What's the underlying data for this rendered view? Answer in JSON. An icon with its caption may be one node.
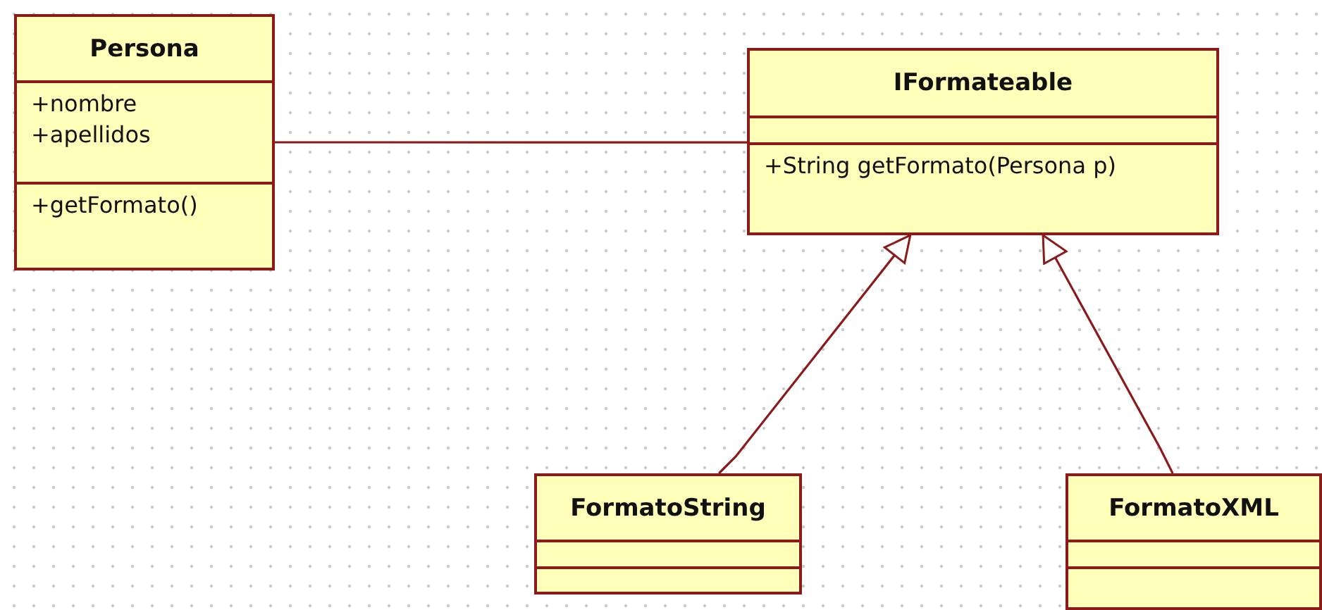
{
  "diagram": {
    "nodes": [
      {
        "text": [
          "Persona",
          "+nombre",
          "+apellidos",
          "+getFormato()"
        ]
      },
      {
        "text": [
          "IFormateable",
          "+String getFormato(Persona p)"
        ]
      },
      {
        "text": [
          "FormatoString"
        ]
      },
      {
        "text": [
          "FormatoXML"
        ]
      }
    ],
    "edges": [
      {
        "from": 0,
        "to": 1,
        "arrow": "none"
      },
      {
        "from": 2,
        "to": 1,
        "arrow": "to"
      },
      {
        "from": 3,
        "to": 1,
        "arrow": "to"
      }
    ]
  }
}
